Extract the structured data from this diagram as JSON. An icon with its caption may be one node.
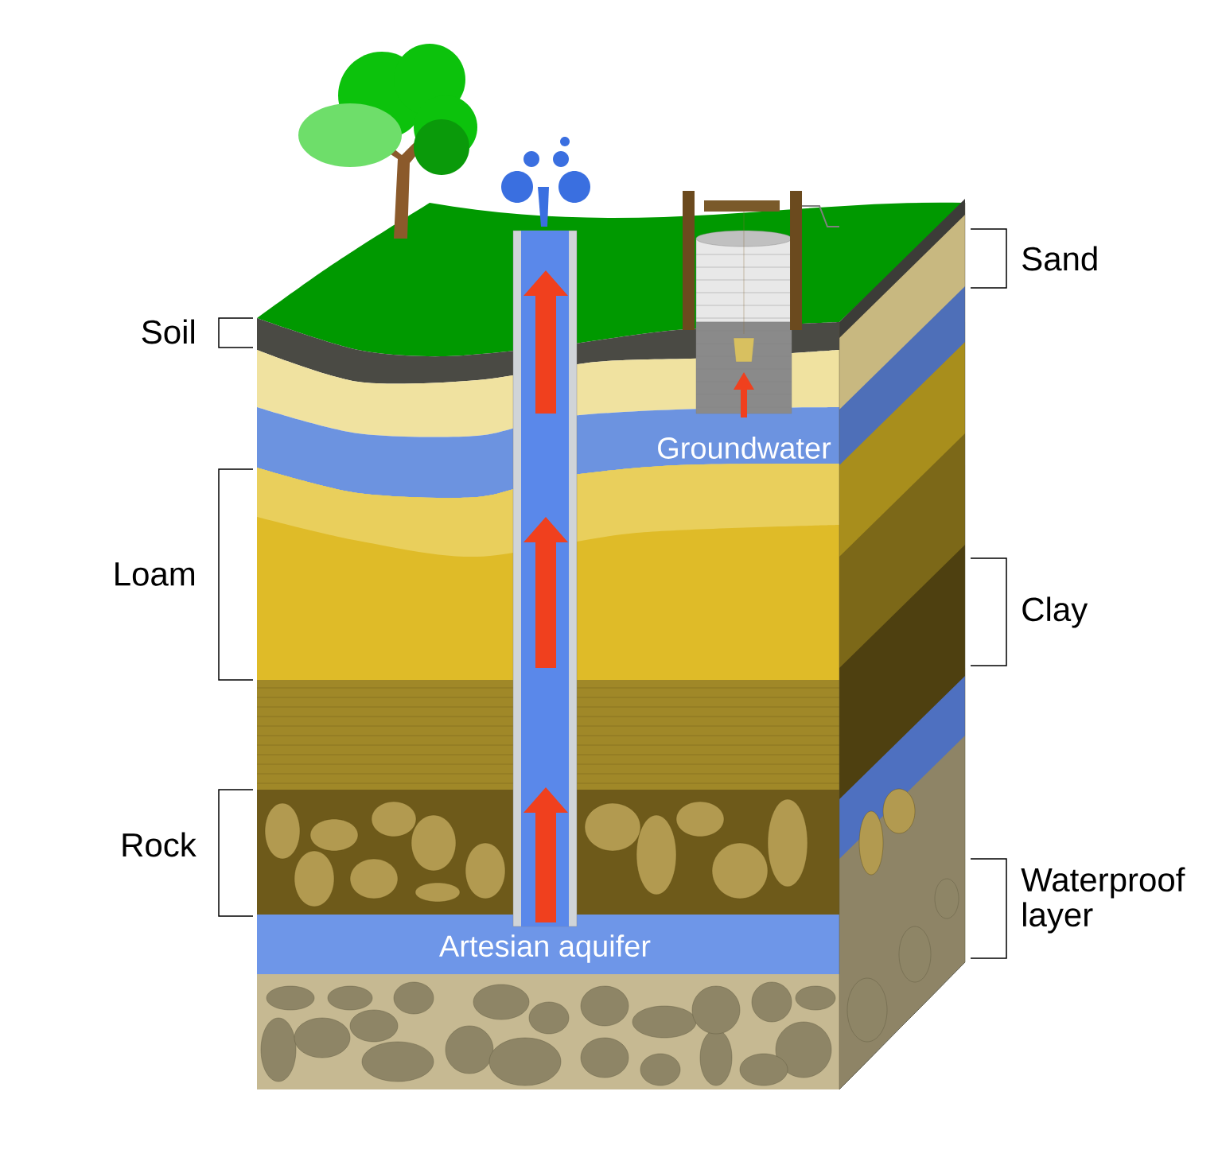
{
  "diagram": {
    "labels": [
      "Sand",
      "Soil",
      "Groundwater",
      "Loam",
      "Clay",
      "Rock",
      "Waterproof layer",
      "Artesian aquifer"
    ]
  }
}
